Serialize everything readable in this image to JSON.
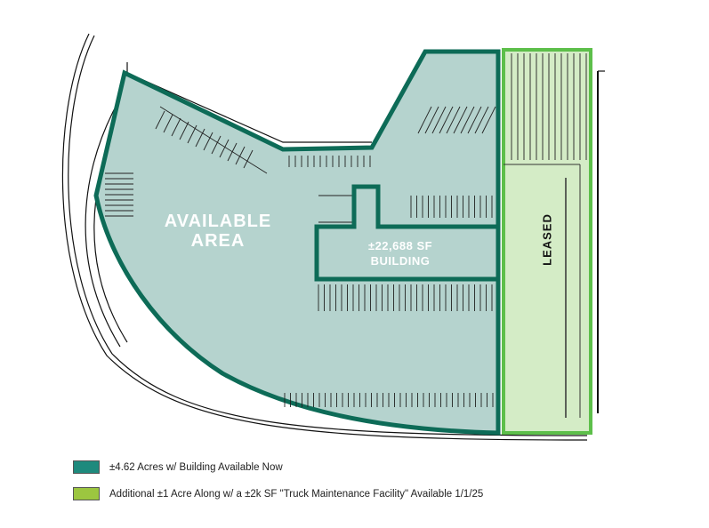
{
  "plan": {
    "available_area_label_line1": "AVAILABLE",
    "available_area_label_line2": "AREA",
    "building_label_line1": "±22,688 SF",
    "building_label_line2": "BUILDING",
    "leased_label": "LEASED"
  },
  "colors": {
    "available_border": "#0d6b57",
    "available_fill": "#b5d3ce",
    "leased_border": "#5dbf4a",
    "leased_fill": "#d4ecc6",
    "legend_available": "#1e8a7d",
    "legend_additional": "#9cc640"
  },
  "legend": [
    {
      "label": "±4.62 Acres w/ Building Available Now"
    },
    {
      "label": "Additional ±1 Acre Along w/ a ±2k SF \"Truck Maintenance Facility\" Available 1/1/25"
    }
  ]
}
